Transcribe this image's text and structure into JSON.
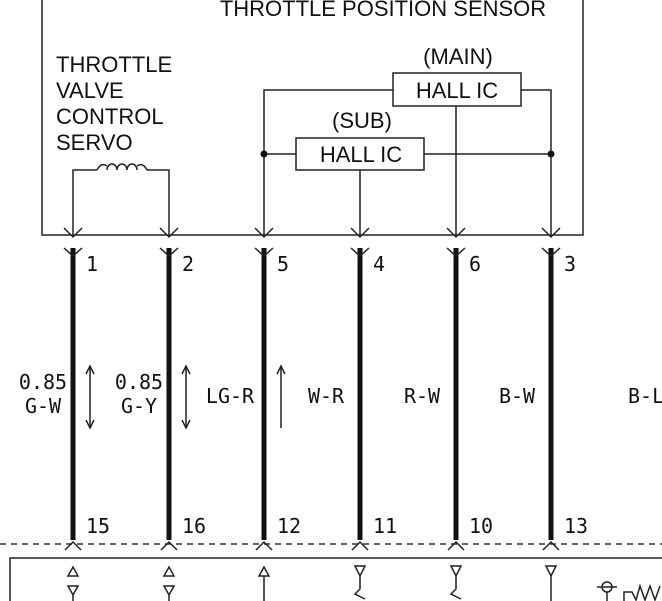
{
  "sensor_title": "THROTTLE POSITION SENSOR",
  "servo_label": [
    "THROTTLE",
    "VALVE",
    "CONTROL",
    "SERVO"
  ],
  "main_ic": {
    "tag": "(MAIN)",
    "label": "HALL IC"
  },
  "sub_ic": {
    "tag": "(SUB)",
    "label": "HALL IC"
  },
  "wires": [
    {
      "top_pin": "1",
      "bottom_pin": "15",
      "size": "0.85",
      "color": "G-W",
      "arrow": "both"
    },
    {
      "top_pin": "2",
      "bottom_pin": "16",
      "size": "0.85",
      "color": "G-Y",
      "arrow": "both"
    },
    {
      "top_pin": "5",
      "bottom_pin": "12",
      "size": "",
      "color": "LG-R",
      "arrow": "up"
    },
    {
      "top_pin": "4",
      "bottom_pin": "11",
      "size": "",
      "color": "W-R",
      "arrow": ""
    },
    {
      "top_pin": "6",
      "bottom_pin": "10",
      "size": "",
      "color": "R-W",
      "arrow": ""
    },
    {
      "top_pin": "3",
      "bottom_pin": "13",
      "size": "",
      "color": "B-W",
      "arrow": ""
    }
  ],
  "extra_wire_color": "B-L"
}
